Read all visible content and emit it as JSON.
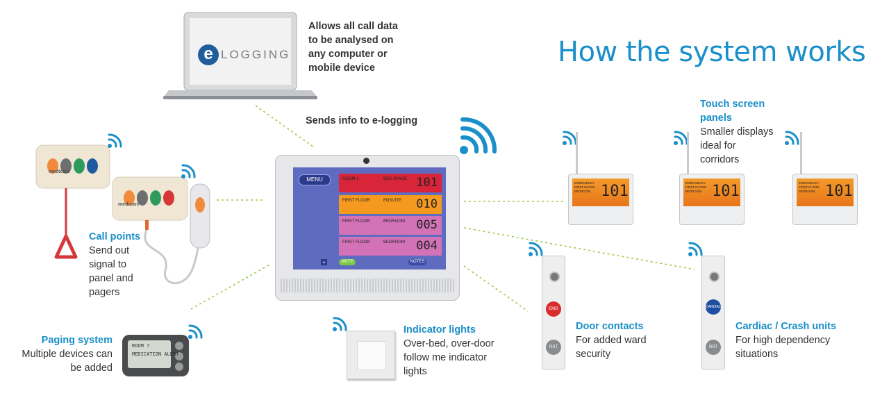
{
  "title": "How the system works",
  "laptop": {
    "logo_letter": "e",
    "logo_text": "LOGGING",
    "caption": [
      "Allows all call data",
      "to be analysed on",
      "any computer or",
      "mobile device"
    ]
  },
  "sends_info": "Sends info to e-logging",
  "main_panel": {
    "menu_label": "MENU",
    "rows": [
      {
        "location": "ROOM 1",
        "detail": "BED SPACE",
        "number": "101",
        "color": "#d8253a"
      },
      {
        "location": "FIRST FLOOR",
        "detail": "ENSUITE",
        "number": "010",
        "color": "#f59a1f"
      },
      {
        "location": "FIRST FLOOR",
        "detail": "BEDROOM",
        "number": "005",
        "color": "#d472b8"
      },
      {
        "location": "FIRST FLOOR",
        "detail": "BEDROOM",
        "number": "004",
        "color": "#d472b8"
      }
    ],
    "mute_label": "MUTE",
    "notes_label": "NOTES",
    "plus_label": "+"
  },
  "call_points": {
    "heading": "Call points",
    "body": [
      "Send out",
      "signal to",
      "panel and",
      "pagers"
    ],
    "brand": "medicare"
  },
  "paging": {
    "heading": "Paging system",
    "body": [
      "Multiple devices can",
      "be added"
    ],
    "screen_lines": [
      "ROOM 7",
      "MEDICATION ALERT"
    ]
  },
  "indicator": {
    "heading": "Indicator lights",
    "body": [
      "Over-bed, over-door",
      "follow me indicator",
      "lights"
    ]
  },
  "door": {
    "heading": "Door contacts",
    "body": [
      "For added ward",
      "security"
    ],
    "btn_top": "EMG",
    "btn_bottom": "RST"
  },
  "cardiac": {
    "heading": "Cardiac / Crash units",
    "body": [
      "For high dependency",
      "situations"
    ],
    "btn_top": "CARDIAC",
    "btn_bottom": "RST"
  },
  "touch": {
    "heading": [
      "Touch screen",
      "panels"
    ],
    "body": [
      "Smaller displays",
      "ideal for",
      "corridors"
    ],
    "mini_lines": [
      "EMERGENCY",
      "FIRST FLOOR",
      "BEDROOM"
    ],
    "mini_number": "101"
  },
  "colors": {
    "accent": "#1a8fc9",
    "connector": "#9cc94a"
  }
}
